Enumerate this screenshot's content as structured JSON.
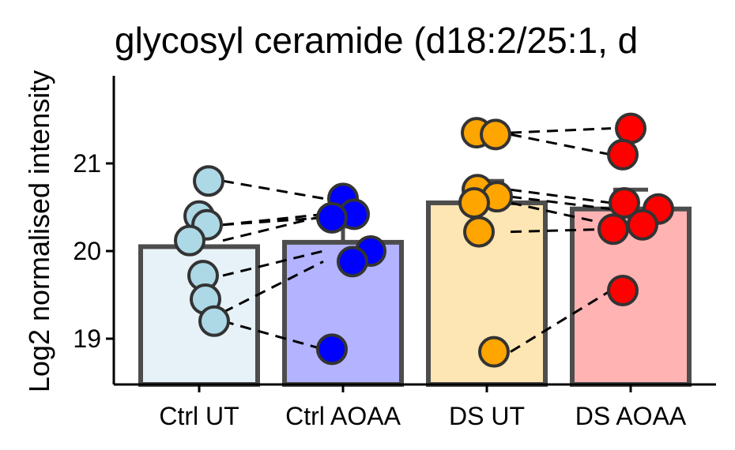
{
  "chart_data": {
    "type": "bar",
    "title": "glycosyl ceramide (d18:2/25:1, d",
    "xlabel": "",
    "ylabel": "Log2 normalised intensity",
    "ylim": [
      18.5,
      22.0
    ],
    "yticks": [
      19,
      20,
      21
    ],
    "grid": false,
    "categories": [
      "Ctrl UT",
      "Ctrl AOAA",
      "DS UT",
      "DS AOAA"
    ],
    "bar_values": [
      20.05,
      20.1,
      20.55,
      20.48
    ],
    "error_upper": [
      20.05,
      20.28,
      20.8,
      20.7
    ],
    "bar_fill_colors": [
      "#e6f2f8",
      "#b3b3ff",
      "#fde5b4",
      "#ffb3b3"
    ],
    "point_colors": [
      "#add8e6",
      "#0000ff",
      "#ffa500",
      "#ff0000"
    ],
    "points": [
      [
        20.8,
        20.4,
        20.3,
        20.12,
        19.72,
        19.45,
        19.2
      ],
      [
        20.6,
        20.42,
        20.38,
        20.0,
        19.88,
        18.88
      ],
      [
        21.35,
        21.33,
        20.7,
        20.62,
        20.55,
        20.22,
        18.85
      ],
      [
        21.4,
        21.1,
        20.55,
        20.48,
        20.3,
        20.25,
        19.55
      ]
    ],
    "pairs": [
      {
        "from": [
          0,
          20.8
        ],
        "to": [
          1,
          20.6
        ]
      },
      {
        "from": [
          0,
          20.3
        ],
        "to": [
          1,
          20.42
        ]
      },
      {
        "from": [
          0,
          20.3
        ],
        "to": [
          1,
          20.38
        ]
      },
      {
        "from": [
          0,
          20.12
        ],
        "to": [
          1,
          20.4
        ]
      },
      {
        "from": [
          0,
          19.72
        ],
        "to": [
          1,
          20.0
        ]
      },
      {
        "from": [
          0,
          19.3
        ],
        "to": [
          1,
          19.88
        ]
      },
      {
        "from": [
          0,
          19.2
        ],
        "to": [
          1,
          18.88
        ]
      },
      {
        "from": [
          2,
          21.35
        ],
        "to": [
          3,
          21.4
        ]
      },
      {
        "from": [
          2,
          21.33
        ],
        "to": [
          3,
          21.1
        ]
      },
      {
        "from": [
          2,
          20.7
        ],
        "to": [
          3,
          20.55
        ]
      },
      {
        "from": [
          2,
          20.62
        ],
        "to": [
          3,
          20.48
        ]
      },
      {
        "from": [
          2,
          20.55
        ],
        "to": [
          3,
          20.3
        ]
      },
      {
        "from": [
          2,
          20.22
        ],
        "to": [
          3,
          20.25
        ]
      },
      {
        "from": [
          2,
          18.85
        ],
        "to": [
          3,
          19.55
        ]
      }
    ]
  }
}
